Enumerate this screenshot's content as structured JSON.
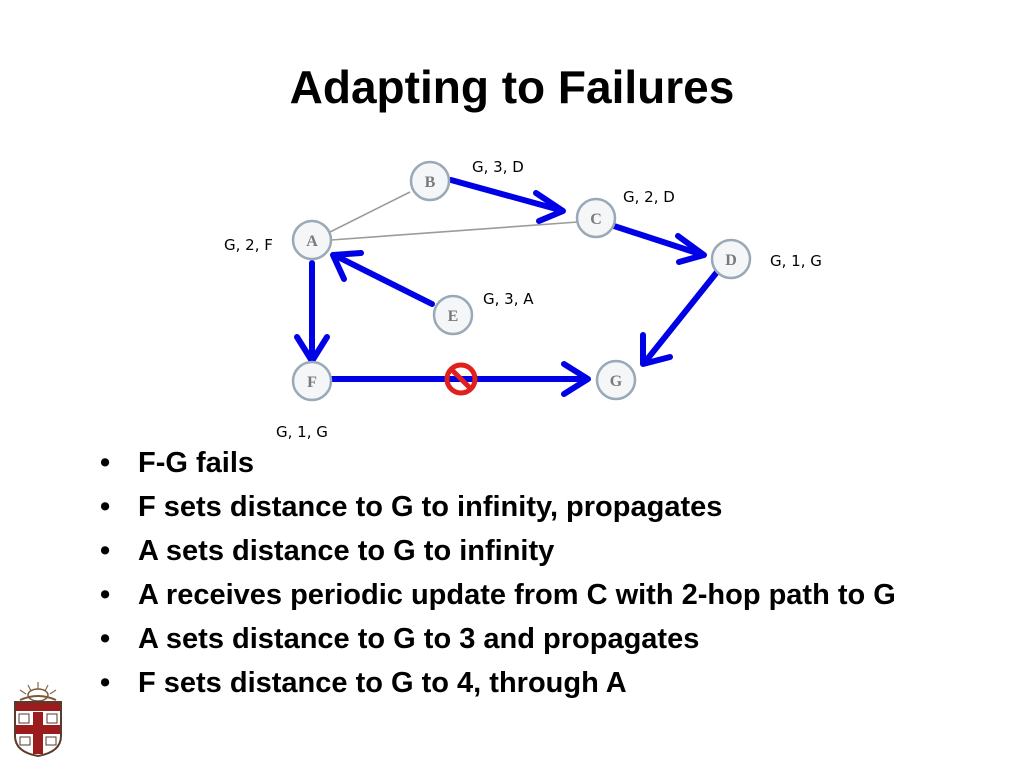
{
  "slide": {
    "title": "Adapting to Failures"
  },
  "diagram": {
    "nodes": [
      {
        "id": "A",
        "label": "A"
      },
      {
        "id": "B",
        "label": "B"
      },
      {
        "id": "C",
        "label": "C"
      },
      {
        "id": "D",
        "label": "D"
      },
      {
        "id": "E",
        "label": "E"
      },
      {
        "id": "F",
        "label": "F"
      },
      {
        "id": "G",
        "label": "G"
      }
    ],
    "plain_links": [
      [
        "A",
        "B"
      ],
      [
        "A",
        "C"
      ]
    ],
    "routes": [
      {
        "from": "B",
        "to": "C"
      },
      {
        "from": "C",
        "to": "D"
      },
      {
        "from": "D",
        "to": "G"
      },
      {
        "from": "E",
        "to": "A"
      },
      {
        "from": "A",
        "to": "F"
      },
      {
        "from": "F",
        "to": "G",
        "failed": true
      }
    ],
    "table_entries": {
      "A": "G, 2, F",
      "B": "G, 3, D",
      "C": "G, 2, D",
      "D": "G, 1, G",
      "E": "G, 3, A",
      "F": "G, 1, G"
    },
    "colors": {
      "route": "#0000e6",
      "failure": "#e0201c",
      "node_border": "#9aa9b8"
    }
  },
  "bullets": [
    "F-G fails",
    "F sets distance to G to infinity, propagates",
    "A sets distance to G to infinity",
    "A receives periodic update from C with 2-hop path to G",
    "A sets distance to G to 3 and propagates",
    "F sets distance to G to 4, through A"
  ],
  "logo": {
    "icon": "university-shield-icon"
  }
}
